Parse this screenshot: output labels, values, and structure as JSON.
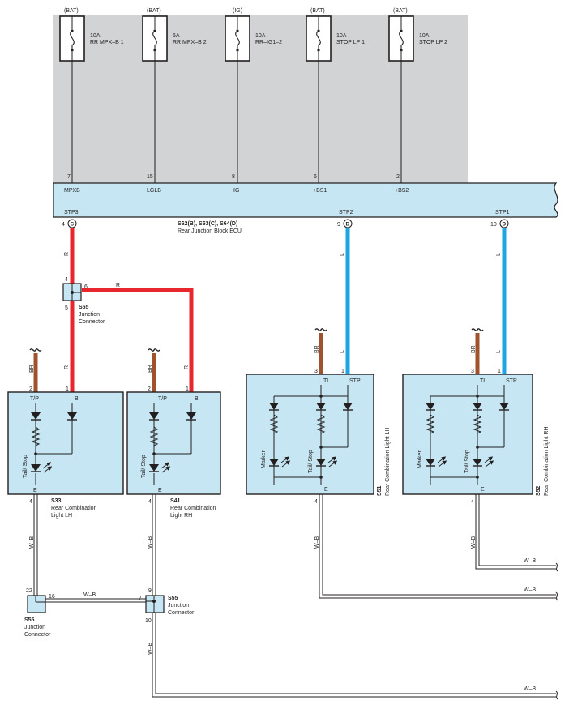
{
  "fuse_box": {
    "fuses": [
      {
        "source": "(BAT)",
        "rating": "10A",
        "name": "RR MPX–B 1",
        "pin": "7",
        "terminal": "MPXB"
      },
      {
        "source": "(BAT)",
        "rating": "5A",
        "name": "RR MPX–B 2",
        "pin": "15",
        "terminal": "LGLB"
      },
      {
        "source": "(IG)",
        "rating": "10A",
        "name": "RR–IG1–2",
        "pin": "8",
        "terminal": "IG"
      },
      {
        "source": "(BAT)",
        "rating": "10A",
        "name": "STOP LP 1",
        "pin": "6",
        "terminal": "+BS1"
      },
      {
        "source": "(BAT)",
        "rating": "10A",
        "name": "STOP LP 2",
        "pin": "2",
        "terminal": "+BS2"
      }
    ]
  },
  "ecu": {
    "code": "S62(B), S63(C), S64(D)",
    "name": "Rear Junction Block ECU",
    "outputs": [
      {
        "terminal": "STP3",
        "pin": "4",
        "connector": "C"
      },
      {
        "terminal": "STP2",
        "pin": "9",
        "connector": "D"
      },
      {
        "terminal": "STP1",
        "pin": "10",
        "connector": "D"
      }
    ]
  },
  "colors": {
    "red": "#e8262d",
    "blue": "#1ea4e0",
    "brown": "#a0522d",
    "panel": "#c5e6f2",
    "fusebox": "#d1d3d4"
  },
  "wires": {
    "R": "R",
    "L": "L",
    "BR": "BR",
    "WB": "W–B"
  },
  "junction_top": {
    "code": "S55",
    "line1": "Junction",
    "line2": "Connector",
    "pin_top": "4",
    "pin_right": "6",
    "pin_bottom": "5"
  },
  "junction_bl": {
    "code": "S55",
    "line1": "Junction",
    "line2": "Connector",
    "pin_top": "22",
    "pin_right": "16"
  },
  "junction_bm": {
    "code": "S55",
    "line1": "Junction",
    "line2": "Connector",
    "pin_top": "9",
    "pin_left": "7",
    "pin_bottom": "10"
  },
  "lamps": [
    {
      "code": "S33",
      "line1": "Rear Combination",
      "line2": "Light LH",
      "term_left": "T/P",
      "term_right": "B",
      "pin_left": "2",
      "pin_right": "1",
      "pin_ground": "4",
      "ground": "E",
      "bulb": "Tail/ Stop"
    },
    {
      "code": "S41",
      "line1": "Rear Combination",
      "line2": "Light RH",
      "term_left": "T/P",
      "term_right": "B",
      "pin_left": "2",
      "pin_right": "1",
      "pin_ground": "4",
      "ground": "E",
      "bulb": "Tail/ Stop"
    },
    {
      "code": "S51",
      "name": "Rear Combination Light LH",
      "term_left": "TL",
      "term_right": "STP",
      "pin_left": "3",
      "pin_right": "1",
      "pin_ground": "4",
      "ground": "E",
      "marker": "Marker",
      "bulb": "Tail/ Stop"
    },
    {
      "code": "S52",
      "name": "Rear Combination Light RH",
      "term_left": "TL",
      "term_right": "STP",
      "pin_left": "3",
      "pin_right": "1",
      "pin_ground": "4",
      "ground": "E",
      "marker": "Marker",
      "bulb": "Tail/ Stop"
    }
  ]
}
